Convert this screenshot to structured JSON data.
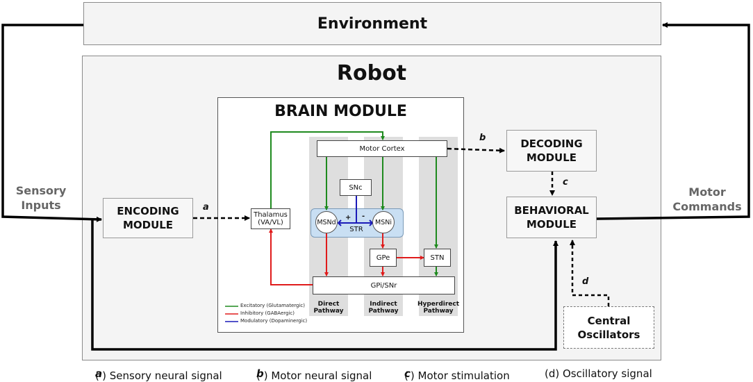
{
  "environment": {
    "label": "Environment"
  },
  "robot": {
    "label": "Robot"
  },
  "brain": {
    "title": "BRAIN MODULE",
    "motor_cortex": "Motor Cortex",
    "snc": "SNc",
    "thalamus_line1": "Thalamus",
    "thalamus_line2": "(VA/VL)",
    "str": "STR",
    "msnd": "MSNd",
    "msni": "MSNi",
    "plus": "+",
    "minus": "-",
    "gpe": "GPe",
    "stn": "STN",
    "gpi": "GPi/SNr",
    "pathways": {
      "direct_1": "Direct",
      "direct_2": "Pathway",
      "indirect_1": "Indirect",
      "indirect_2": "Pathway",
      "hyper_1": "Hyperdirect",
      "hyper_2": "Pathway"
    },
    "legend": {
      "excitatory": "Excitatory (Glutamatergic)",
      "inhibitory": "Inhibitory (GABAergic)",
      "modulatory": "Modulatory (Dopaminergic)"
    }
  },
  "modules": {
    "encoding_1": "ENCODING",
    "encoding_2": "MODULE",
    "decoding_1": "DECODING",
    "decoding_2": "MODULE",
    "behavioral_1": "BEHAVIORAL",
    "behavioral_2": "MODULE",
    "oscillators_1": "Central",
    "oscillators_2": "Oscillators"
  },
  "side_labels": {
    "sensory_1": "Sensory",
    "sensory_2": "Inputs",
    "motor_1": "Motor",
    "motor_2": "Commands"
  },
  "edge_labels": {
    "a": "a",
    "b": "b",
    "c": "c",
    "d": "d"
  },
  "caption": {
    "a_open": "(",
    "a_letter": "a",
    "a_text": ") Sensory neural signal",
    "b_open": "(",
    "b_letter": "b",
    "b_text": ") Motor neural signal",
    "c_open": "(",
    "c_letter": "c",
    "c_text": ") Motor stimulation",
    "d": "(d) Oscillatory signal"
  },
  "colors": {
    "excitatory": "#1e8a1e",
    "inhibitory": "#e01b1b",
    "modulatory": "#1a1ab8",
    "str_fill": "#c9dff3"
  }
}
